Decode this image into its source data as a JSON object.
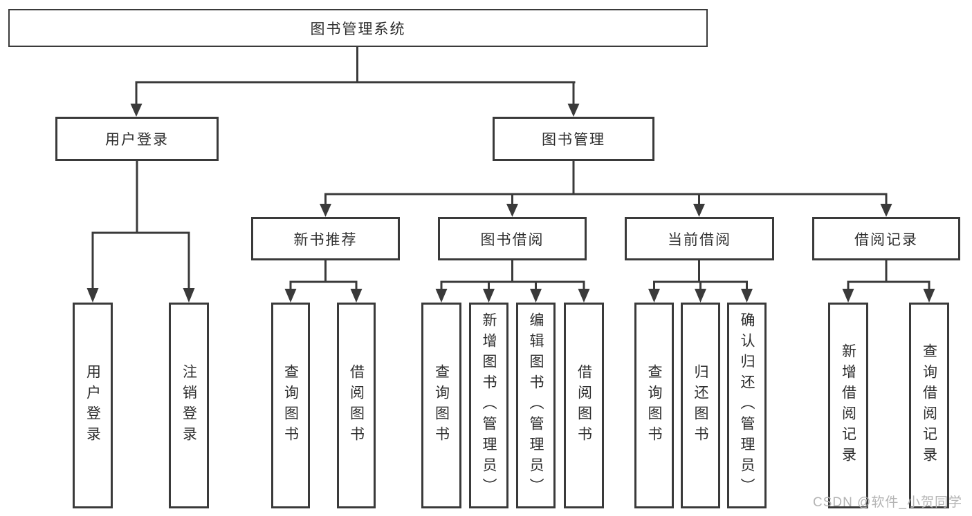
{
  "diagram": {
    "root": {
      "label": "图书管理系统"
    },
    "level1": [
      {
        "id": "user-login",
        "label": "用户登录"
      },
      {
        "id": "book-management",
        "label": "图书管理"
      }
    ],
    "level2": [
      {
        "id": "new-book-recommend",
        "label": "新书推荐"
      },
      {
        "id": "book-borrow",
        "label": "图书借阅"
      },
      {
        "id": "current-borrow",
        "label": "当前借阅"
      },
      {
        "id": "borrow-records",
        "label": "借阅记录"
      }
    ],
    "leaves": {
      "user_login": [
        "用户登录",
        "注销登录"
      ],
      "new_book_recommend": [
        "查询图书",
        "借阅图书"
      ],
      "book_borrow": [
        "查询图书",
        "新增图书（管理员）",
        "编辑图书（管理员）",
        "借阅图书"
      ],
      "current_borrow": [
        "查询图书",
        "归还图书",
        "确认归还（管理员）"
      ],
      "borrow_records": [
        "新增借阅记录",
        "查询借阅记录"
      ]
    }
  },
  "watermark": {
    "text": "CSDN @软件_小贺同学",
    "color": "#b4b4b4"
  },
  "colors": {
    "background": "#ffffff",
    "line": "#3a3a3a",
    "box_border": "#3a3a3a",
    "text": "#2e2e2e"
  }
}
